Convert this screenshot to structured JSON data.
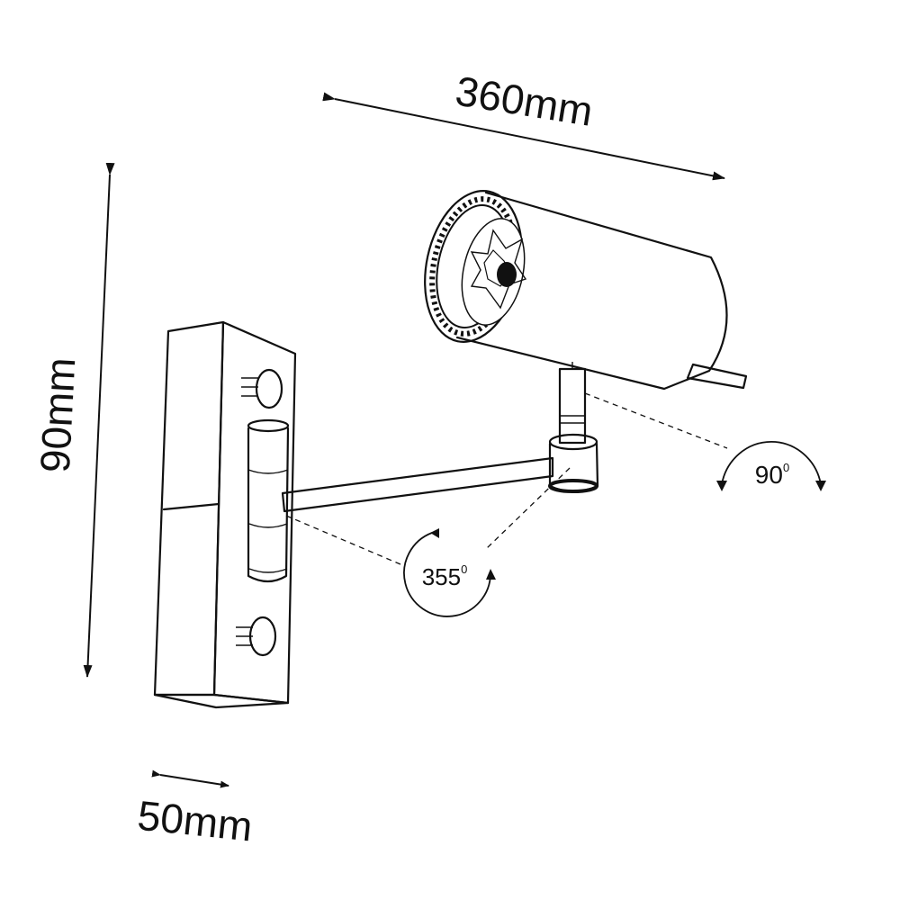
{
  "dimensions": {
    "width_top": "360mm",
    "height_left": "90mm",
    "depth_bottom": "50mm"
  },
  "rotations": {
    "arm_angle": "355",
    "head_angle": "90",
    "degree_mark": "0"
  }
}
